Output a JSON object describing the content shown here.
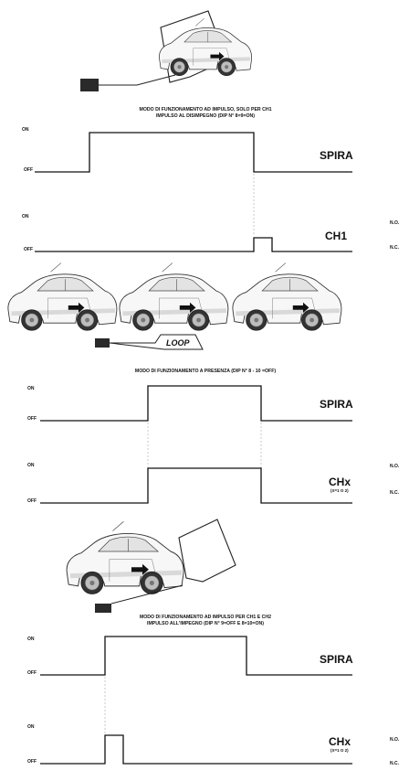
{
  "captions": {
    "section1_line1": "MODO DI FUNZIONAMENTO AD IMPULSO, SOLO PER CH1",
    "section1_line2": "IMPULSO AL DISIMPEGNO (DIP N° 8=9=ON)",
    "section2_line1": "MODO DI FUNZIONAMENTO A PRESENZA (DIP N° 8 - 10 =OFF)",
    "section3_line1": "MODO DI FUNZIONAMENTO AD IMPULSO PER CH1 E CH2",
    "section3_line2": "IMPULSO ALL'IMPEGNO (DIP N° 9=OFF E 8=10=ON)"
  },
  "levels": {
    "on": "ON",
    "off": "OFF"
  },
  "contacts": {
    "no": "N.O.",
    "nc": "N.C."
  },
  "signals": {
    "spira": "SPIRA",
    "ch1": "CH1",
    "chx": "CHx",
    "chx_sub": "(X=1 O 2)"
  },
  "loop_label": "LOOP",
  "icons": {
    "car": "car-icon",
    "detector": "detector-box-icon",
    "loop": "loop-coil-icon",
    "arrow": "direction-arrow-icon"
  },
  "colors": {
    "ink": "#111111",
    "car_body": "#f7f7f7",
    "detector": "#2a2a2a"
  }
}
